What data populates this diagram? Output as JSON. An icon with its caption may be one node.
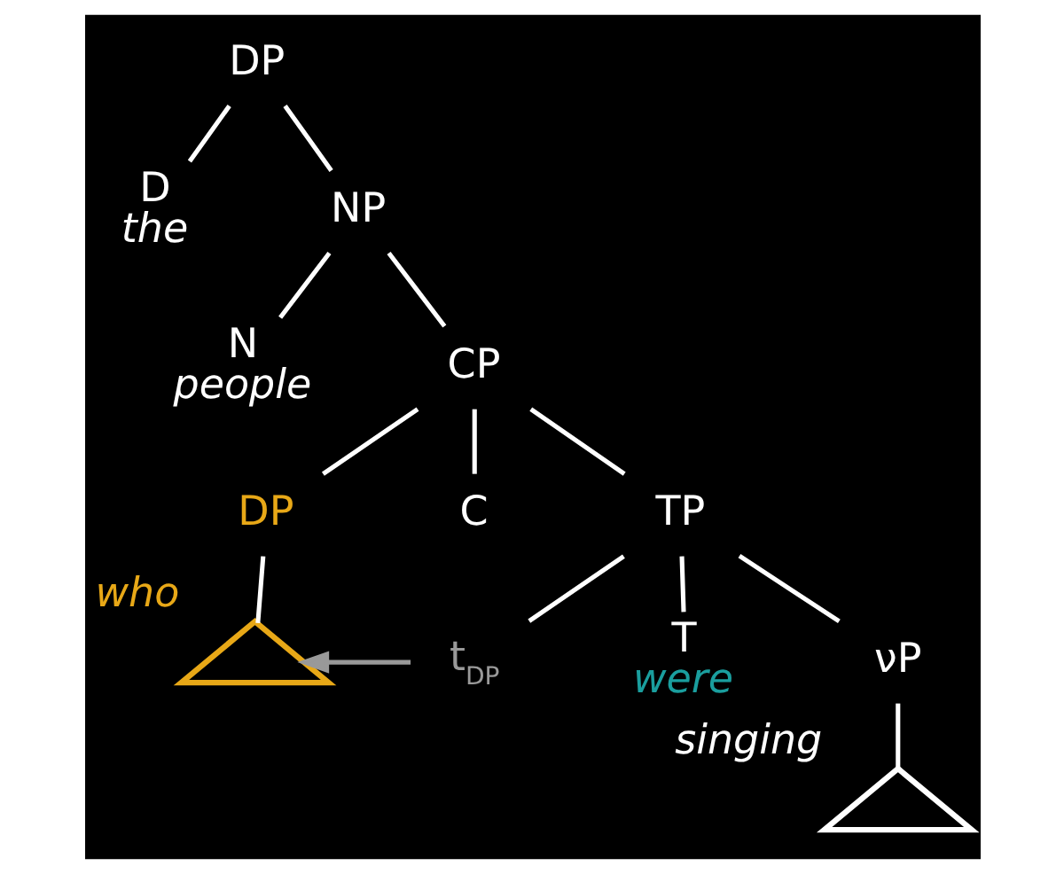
{
  "diagram": {
    "nodes": [
      {
        "text": [
          "DP"
        ]
      },
      {
        "text": [
          "D",
          "the"
        ]
      },
      {
        "text": [
          "NP"
        ]
      },
      {
        "text": [
          "N",
          "people"
        ]
      },
      {
        "text": [
          "CP"
        ]
      },
      {
        "text": [
          "DP"
        ]
      },
      {
        "text": [],
        "shape": "triangle",
        "beside": [
          "who"
        ]
      },
      {
        "text": [
          "C"
        ]
      },
      {
        "text": [
          "TP"
        ]
      },
      {
        "text": [
          "t$_{DP}$"
        ]
      },
      {
        "text": [
          "T",
          "were"
        ]
      },
      {
        "text": [
          "νP"
        ]
      },
      {
        "text": [],
        "shape": "triangle",
        "beside": [
          "singing"
        ]
      }
    ],
    "edges": [
      {
        "from": 0,
        "to": 1,
        "arrow": "none"
      },
      {
        "from": 0,
        "to": 2,
        "arrow": "none"
      },
      {
        "from": 2,
        "to": 3,
        "arrow": "none"
      },
      {
        "from": 2,
        "to": 4,
        "arrow": "none"
      },
      {
        "from": 4,
        "to": 5,
        "arrow": "none"
      },
      {
        "from": 5,
        "to": 6,
        "arrow": "none"
      },
      {
        "from": 4,
        "to": 7,
        "arrow": "none"
      },
      {
        "from": 4,
        "to": 8,
        "arrow": "none"
      },
      {
        "from": 8,
        "to": 9,
        "arrow": "none"
      },
      {
        "from": 8,
        "to": 10,
        "arrow": "none"
      },
      {
        "from": 8,
        "to": 11,
        "arrow": "none"
      },
      {
        "from": 11,
        "to": 12,
        "arrow": "none"
      },
      {
        "from": 9,
        "to": 6,
        "arrow": "to",
        "color": "#999999"
      }
    ]
  }
}
